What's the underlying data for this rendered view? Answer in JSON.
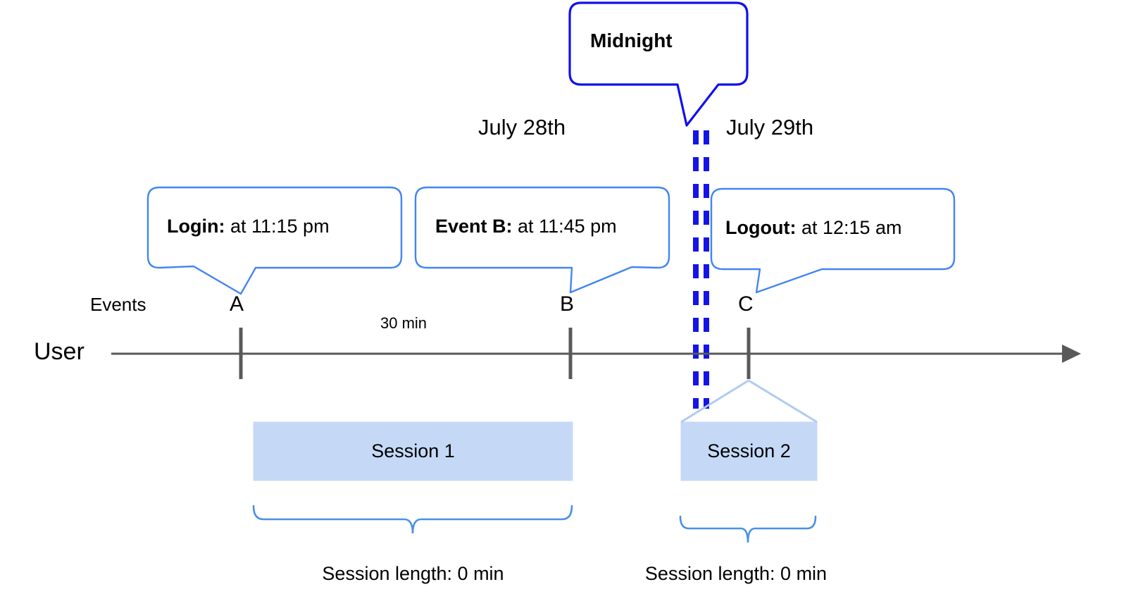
{
  "diagram": {
    "title_callout": {
      "label": "Midnight"
    },
    "dates": [
      {
        "name": "day-1",
        "label": "July 28th"
      },
      {
        "name": "day-2",
        "label": "July 29th"
      }
    ],
    "event_callouts": [
      {
        "name": "login",
        "label": "Login:",
        "value": " at 11:15 pm"
      },
      {
        "name": "event-b",
        "label": "Event B:",
        "value": " at 11:45 pm"
      },
      {
        "name": "logout",
        "label": "Logout:",
        "value": " at 12:15 am"
      }
    ],
    "row_labels": {
      "events": "Events",
      "user": "User"
    },
    "event_markers": [
      {
        "name": "marker-a",
        "label": "A"
      },
      {
        "name": "marker-b",
        "label": "B"
      },
      {
        "name": "marker-c",
        "label": "C"
      }
    ],
    "gap_label": "30 min",
    "sessions": [
      {
        "name": "session-1",
        "label": "Session 1",
        "length_label": "Session length: 0 min"
      },
      {
        "name": "session-2",
        "label": "Session 2",
        "length_label": "Session length: 0 min"
      }
    ],
    "colors": {
      "callout_border": "#4285F4",
      "midnight_border": "#1010EE",
      "midnight_dashes": "#1414E8",
      "session_fill": "#C5D9F7",
      "session_edge": "#AFCBF2",
      "axis": "#595959",
      "brace": "#4A90E8",
      "text": "#000000"
    }
  }
}
